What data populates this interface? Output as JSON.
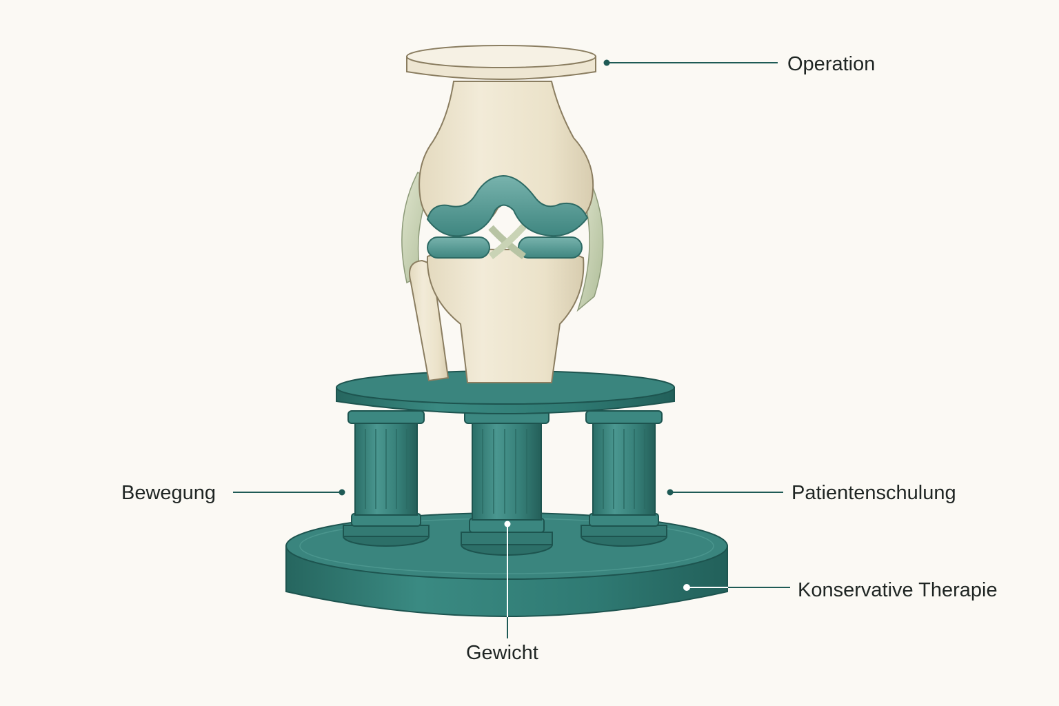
{
  "labels": {
    "operation": "Operation",
    "movement": "Bewegung",
    "patient_education": "Patientenschulung",
    "conservative_therapy": "Konservative Therapie",
    "weight": "Gewicht"
  },
  "colors": {
    "background": "#fbf9f4",
    "teal": "#2f7a73",
    "teal_dark": "#23615b",
    "teal_light": "#3e8b84",
    "bone": "#ece3cc",
    "cartilage": "#5a9e99",
    "ligament": "#c9d3b5",
    "leader_line": "#1e5a55",
    "text": "#1f2523"
  },
  "icons": {
    "knee_joint": "knee-joint-illustration",
    "pillars": "column-pillar-icon",
    "top_plate": "disc-plate-icon"
  }
}
